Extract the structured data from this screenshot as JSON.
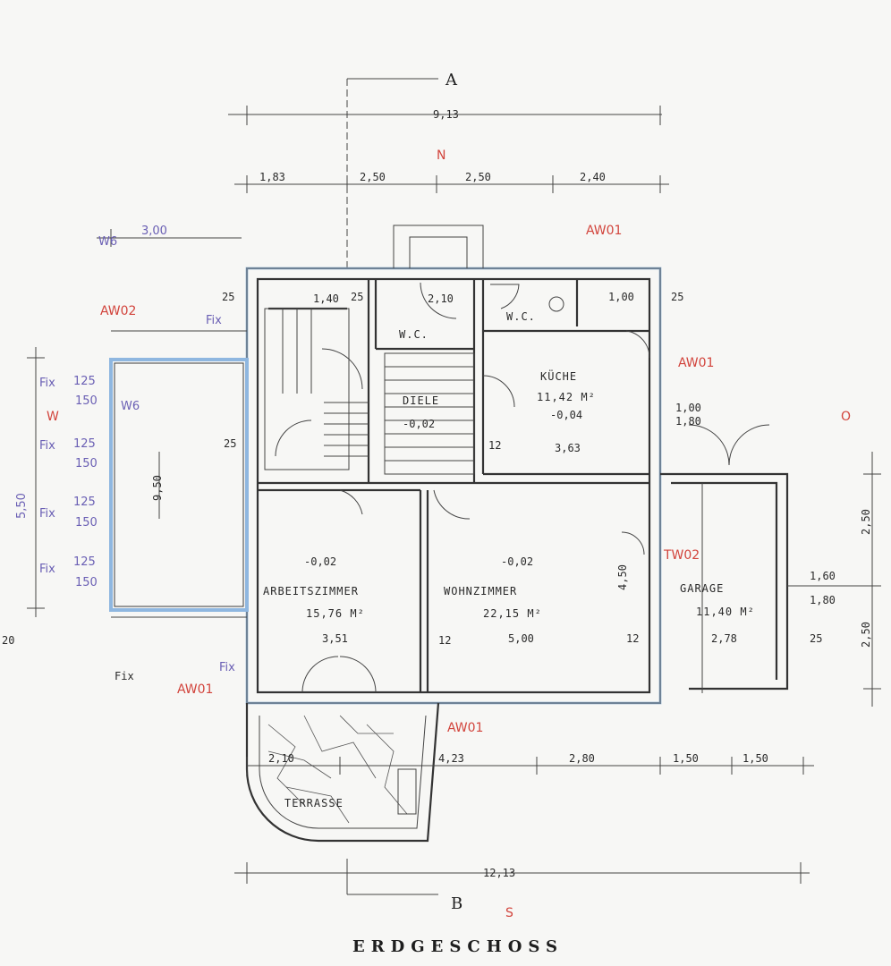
{
  "section": {
    "top": "A",
    "bottom": "B"
  },
  "compass": {
    "north": "N",
    "south": "S",
    "west": "W",
    "east": "O"
  },
  "title": "ERDGESCHOSS",
  "dimensions": {
    "total_top": "9,13",
    "total_bottom": "12,13",
    "top_1": "1,83",
    "top_2": "2,50",
    "top_3": "2,50",
    "top_4": "2,40",
    "bottom_1": "2,10",
    "bottom_2": "4,23",
    "bottom_3": "2,80",
    "bottom_4": "1,50",
    "bottom_5": "1,50",
    "w_width": "3,00",
    "w_height": "5,50",
    "w_inner": "9,50",
    "right_1": "2,50",
    "right_2": "2,50",
    "left_side": "20",
    "wall_25a": "25",
    "wall_25b": "25",
    "wall_25c": "25",
    "wall_12a": "12",
    "wall_12b": "12",
    "wall_12c": "12",
    "wall_25d": "25",
    "wall_25e": "25",
    "arb_width": "3,51",
    "wohn_width": "5,00",
    "gar_width": "2,78",
    "kueche_width": "3,63",
    "gar_open": "1,60",
    "gar_open2": "1,80",
    "stair_1": "1,40",
    "stair_2": "2,10",
    "wc_width": "1,00",
    "wohn_depth": "4,50",
    "door_100": "1,00",
    "door_180": "1,80"
  },
  "rooms": {
    "arbeit": {
      "name": "ARBEITSZIMMER",
      "area": "15,76 M²",
      "level": "-0,02"
    },
    "wohn": {
      "name": "WOHNZIMMER",
      "area": "22,15 M²",
      "level": "-0,02"
    },
    "garage": {
      "name": "GARAGE",
      "area": "11,40 M²"
    },
    "kueche": {
      "name": "KÜCHE",
      "area": "11,42 M²",
      "level": "-0,04"
    },
    "diele": {
      "name": "DIELE",
      "level": "-0,02"
    },
    "wc1": {
      "name": "W.C."
    },
    "wc2": {
      "name": "W.C."
    },
    "terrasse": {
      "name": "TERRASSE"
    }
  },
  "windows": {
    "aw01_top": "AW01",
    "aw01_right": "AW01",
    "aw01_bottom_left": "AW01",
    "aw01_bottom": "AW01",
    "aw02": "AW02",
    "tw02": "TW02",
    "fix_labels": [
      "Fix",
      "Fix",
      "Fix",
      "Fix",
      "Fix",
      "Fix",
      "Fix"
    ],
    "fix_values": [
      "125",
      "125",
      "125",
      "125",
      "150",
      "150",
      "150",
      "150"
    ],
    "w6": "W6"
  },
  "colors": {
    "wall": "#333333",
    "annotation_red": "#d2443c",
    "annotation_blue": "#6a5fb4",
    "wintergarden": "#8fb7e0"
  }
}
